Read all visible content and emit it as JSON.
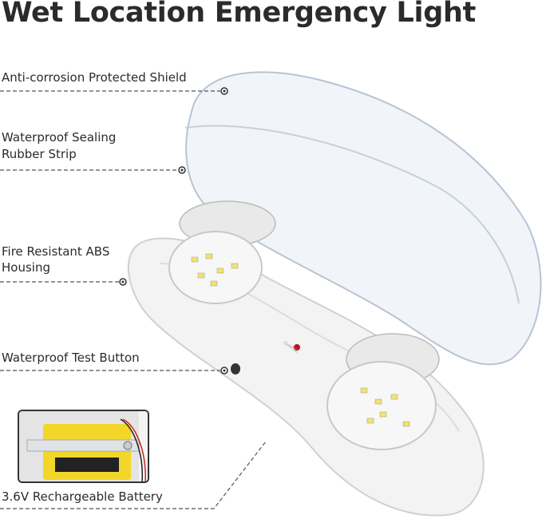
{
  "title": "Wet Location Emergency Light",
  "callouts": [
    {
      "id": "shield",
      "lines": [
        "Anti-corrosion Protected Shield"
      ]
    },
    {
      "id": "strip",
      "lines": [
        "Waterproof Sealing",
        "Rubber Strip"
      ]
    },
    {
      "id": "housing",
      "lines": [
        "Fire Resistant ABS",
        "Housing"
      ]
    },
    {
      "id": "button",
      "lines": [
        "Waterproof Test Button"
      ]
    },
    {
      "id": "battery",
      "lines": [
        "3.6V Rechargeable Battery"
      ]
    }
  ],
  "indicator_label": "CHARGE",
  "colors": {
    "text": "#2b2b2b",
    "battery": "#f2d62a",
    "indicator": "#c0141c",
    "housing": "#f2f2f2",
    "cover": "#c9d3e0"
  },
  "icons": [
    "callout-dot-icon"
  ]
}
